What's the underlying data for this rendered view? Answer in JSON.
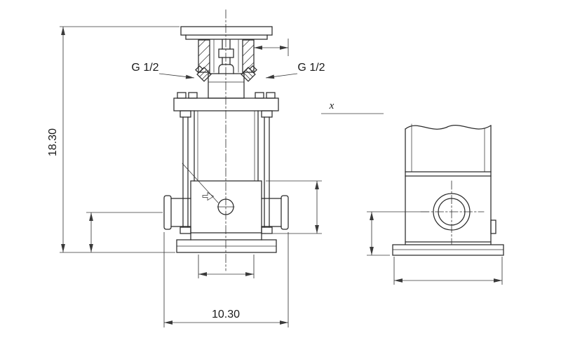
{
  "drawing": {
    "view_front": {
      "dim_height_label": "18.30",
      "dim_width_label": "10.30",
      "plug_label_left": "G 1/2",
      "plug_label_right": "G 1/2"
    },
    "view_side": {
      "ref_label": "x"
    },
    "colors": {
      "background": "#ffffff",
      "outline": "#2b2b2b",
      "dimension": "#3a3a3a",
      "text": "#1a1a1a"
    },
    "icons": {
      "flow_direction": "hollow-right-arrow",
      "centerline": "dash-dot-line",
      "dimension_arrow": "filled-triangle"
    }
  }
}
